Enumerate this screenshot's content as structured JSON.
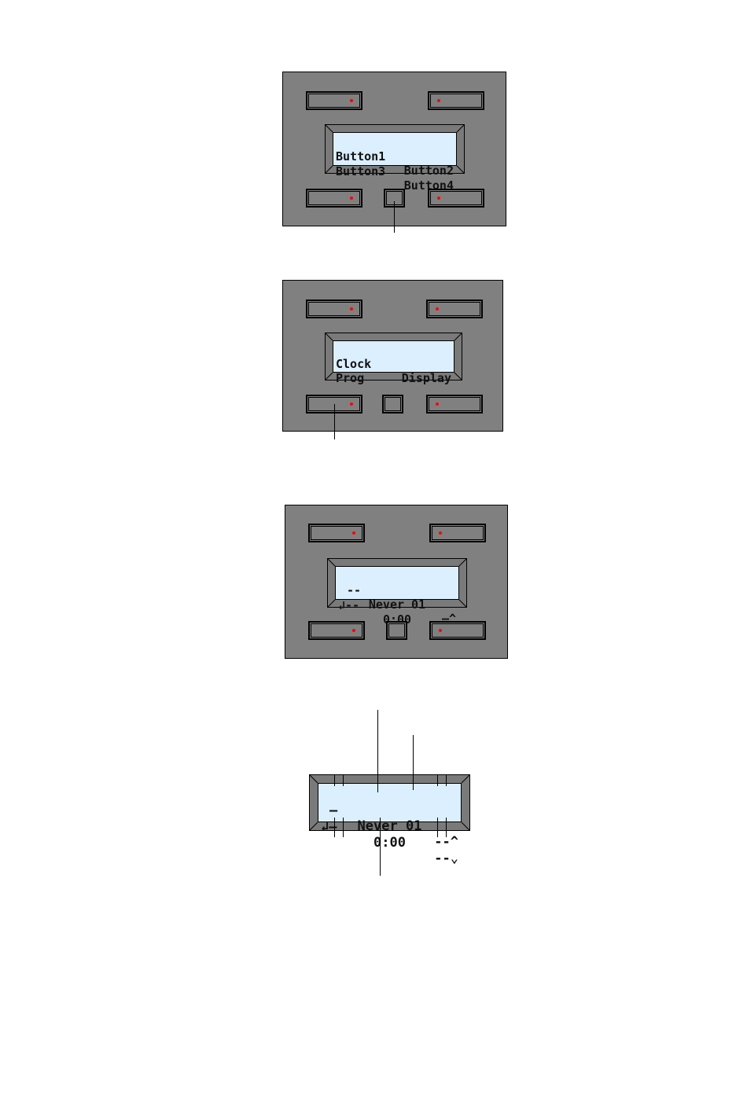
{
  "screen1": {
    "row1_left": "Button1",
    "row1_right": "Button2",
    "row2_left": "Button3",
    "row2_right": "Button4"
  },
  "screen2": {
    "row1_left": "Clock",
    "row1_right": "Display",
    "row2_left": "Prog",
    "row2_right": ""
  },
  "screen3": {
    "row1_left": "--",
    "row1_center": "Never 01",
    "row1_right": "—^",
    "row2_left": "↲--",
    "row2_center": "0:00",
    "row2_right": "—⌄"
  },
  "screen4": {
    "row1_left": "—",
    "row1_center": "Never 01",
    "row1_right": "--^",
    "row2_left": "↲—",
    "row2_center": "0:00",
    "row2_right": "--⌄"
  },
  "colors": {
    "panel": "#808080",
    "lcd": "#dcefff",
    "led": "#ff0000"
  },
  "icons": {
    "led": "red-dot-indicator"
  }
}
